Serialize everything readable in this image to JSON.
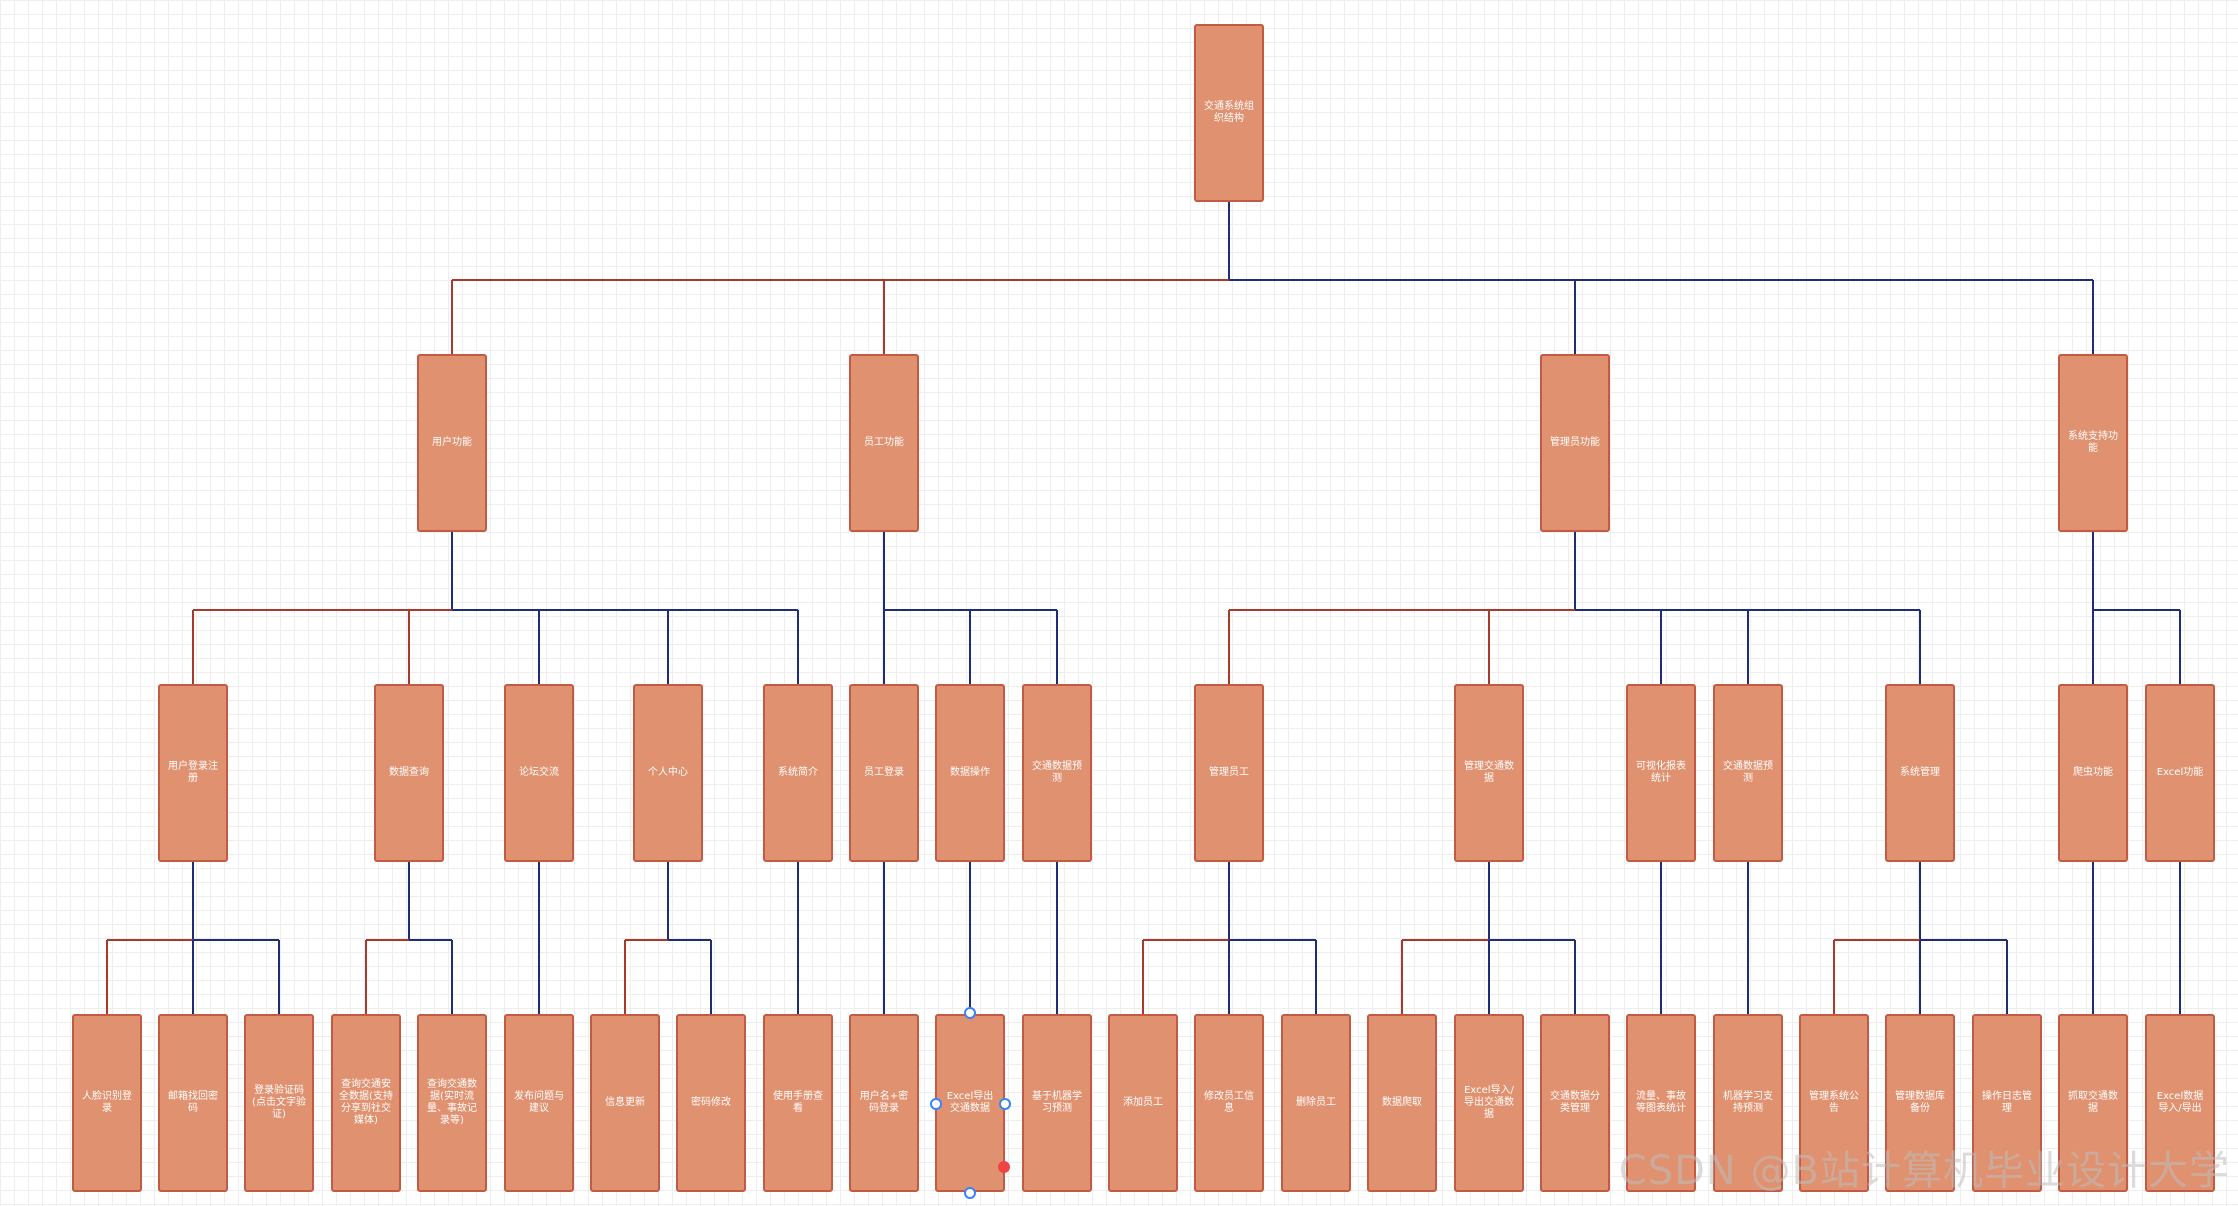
{
  "diagram": {
    "root": {
      "label": "交通系统组织结构",
      "children": [
        {
          "label": "用户功能",
          "children": [
            {
              "label": "用户登录注册",
              "children": [
                {
                  "label": "人脸识别登录"
                },
                {
                  "label": "邮箱找回密码"
                },
                {
                  "label": "登录验证码(点击文字验证)"
                }
              ]
            },
            {
              "label": "数据查询",
              "children": [
                {
                  "label": "查询交通安全数据(支持分享到社交媒体)"
                },
                {
                  "label": "查询交通数据(实时流量、事故记录等)"
                }
              ]
            },
            {
              "label": "论坛交流",
              "children": [
                {
                  "label": "发布问题与建议"
                }
              ]
            },
            {
              "label": "个人中心",
              "children": [
                {
                  "label": "信息更新"
                },
                {
                  "label": "密码修改"
                }
              ]
            },
            {
              "label": "系统简介",
              "children": [
                {
                  "label": "使用手册查看"
                }
              ]
            }
          ]
        },
        {
          "label": "员工功能",
          "children": [
            {
              "label": "员工登录",
              "children": [
                {
                  "label": "用户名+密码登录"
                }
              ]
            },
            {
              "label": "数据操作",
              "children": [
                {
                  "label": "Excel导出交通数据"
                }
              ]
            },
            {
              "label": "交通数据预测",
              "children": [
                {
                  "label": "基于机器学习预测"
                }
              ]
            }
          ]
        },
        {
          "label": "管理员功能",
          "children": [
            {
              "label": "管理员工",
              "children": [
                {
                  "label": "添加员工"
                },
                {
                  "label": "修改员工信息"
                },
                {
                  "label": "删除员工"
                }
              ]
            },
            {
              "label": "管理交通数据",
              "children": [
                {
                  "label": "数据爬取"
                },
                {
                  "label": "Excel导入/导出交通数据"
                },
                {
                  "label": "交通数据分类管理"
                }
              ]
            },
            {
              "label": "可视化报表统计",
              "children": [
                {
                  "label": "流量、事故等图表统计"
                }
              ]
            },
            {
              "label": "交通数据预测",
              "children": [
                {
                  "label": "机器学习支持预测"
                }
              ]
            },
            {
              "label": "系统管理",
              "children": [
                {
                  "label": "管理系统公告"
                },
                {
                  "label": "管理数据库备份"
                },
                {
                  "label": "操作日志管理"
                }
              ]
            }
          ]
        },
        {
          "label": "系统支持功能",
          "children": [
            {
              "label": "爬虫功能",
              "children": [
                {
                  "label": "抓取交通数据"
                }
              ]
            },
            {
              "label": "Excel功能",
              "children": [
                {
                  "label": "Excel数据导入/导出"
                }
              ]
            }
          ]
        }
      ]
    }
  },
  "watermark": "CSDN @B站计算机毕业设计大学",
  "colors": {
    "node_fill": "#df9170",
    "node_border": "#c25a44",
    "link_red": "#a83a2c",
    "link_blue": "#1f2d78",
    "handle_blue": "#3b82f6",
    "handle_red": "#ef4444"
  }
}
